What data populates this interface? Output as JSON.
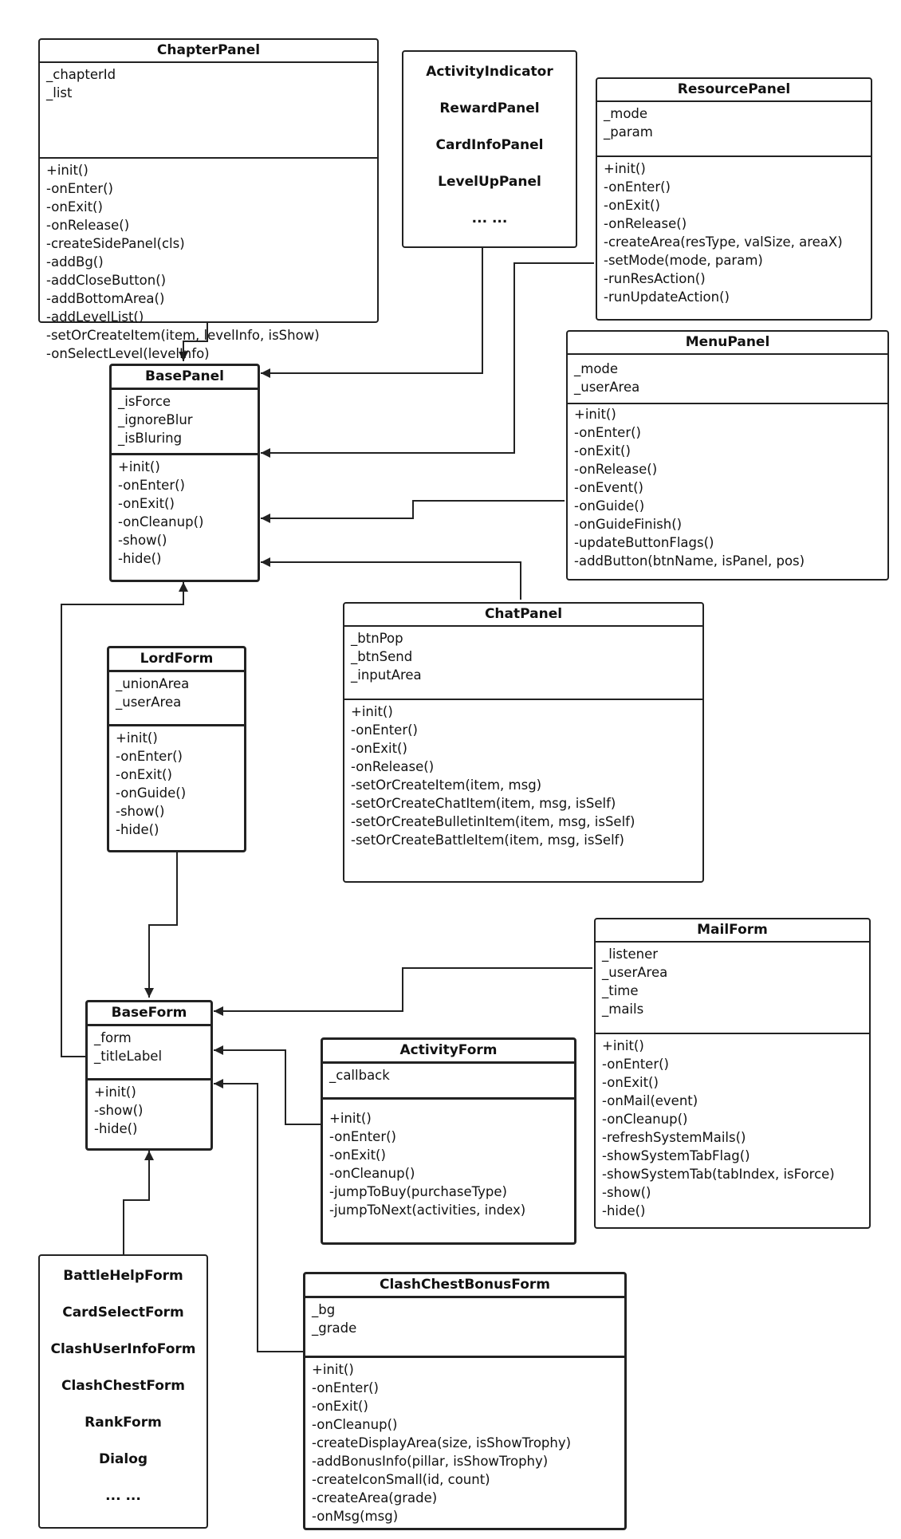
{
  "classes": {
    "chapter_panel": {
      "name": "ChapterPanel",
      "attributes": [
        "_chapterId",
        "_list"
      ],
      "methods": [
        "+init()",
        "-onEnter()",
        "-onExit()",
        "-onRelease()",
        "-createSidePanel(cls)",
        "-addBg()",
        "-addCloseButton()",
        "-addBottomArea()",
        "-addLevelList()",
        "-setOrCreateItem(item, levelInfo, isShow)",
        "-onSelectLevel(levelInfo)"
      ]
    },
    "resource_panel": {
      "name": "ResourcePanel",
      "attributes": [
        "_mode",
        "_param"
      ],
      "methods": [
        "+init()",
        "-onEnter()",
        "-onExit()",
        "-onRelease()",
        "-createArea(resType, valSize, areaX)",
        "-setMode(mode, param)",
        "-runResAction()",
        "-runUpdateAction()"
      ]
    },
    "menu_panel": {
      "name": "MenuPanel",
      "attributes": [
        "_mode",
        "_userArea"
      ],
      "methods": [
        "+init()",
        "-onEnter()",
        "-onExit()",
        "-onRelease()",
        "-onEvent()",
        "-onGuide()",
        "-onGuideFinish()",
        "-updateButtonFlags()",
        "-addButton(btnName, isPanel, pos)"
      ]
    },
    "base_panel": {
      "name": "BasePanel",
      "attributes": [
        "_isForce",
        "_ignoreBlur",
        "_isBluring"
      ],
      "methods": [
        "+init()",
        "-onEnter()",
        "-onExit()",
        "-onCleanup()",
        "-show()",
        "-hide()"
      ]
    },
    "chat_panel": {
      "name": "ChatPanel",
      "attributes": [
        "_btnPop",
        "_btnSend",
        "_inputArea"
      ],
      "methods": [
        "+init()",
        "-onEnter()",
        "-onExit()",
        "-onRelease()",
        "-setOrCreateItem(item, msg)",
        "-setOrCreateChatItem(item, msg, isSelf)",
        "-setOrCreateBulletinItem(item, msg, isSelf)",
        "-setOrCreateBattleItem(item, msg, isSelf)"
      ]
    },
    "lord_form": {
      "name": "LordForm",
      "attributes": [
        "_unionArea",
        "_userArea"
      ],
      "methods": [
        "+init()",
        "-onEnter()",
        "-onExit()",
        "-onGuide()",
        "-show()",
        "-hide()"
      ]
    },
    "mail_form": {
      "name": "MailForm",
      "attributes": [
        "_listener",
        "_userArea",
        "_time",
        "_mails"
      ],
      "methods": [
        "+init()",
        "-onEnter()",
        "-onExit()",
        "-onMail(event)",
        "-onCleanup()",
        "-refreshSystemMails()",
        "-showSystemTabFlag()",
        "-showSystemTab(tabIndex, isForce)",
        "-show()",
        "-hide()"
      ]
    },
    "base_form": {
      "name": "BaseForm",
      "attributes": [
        "_form",
        "_titleLabel"
      ],
      "methods": [
        "+init()",
        "-show()",
        "-hide()"
      ]
    },
    "activity_form": {
      "name": "ActivityForm",
      "attributes": [
        "_callback"
      ],
      "methods": [
        "+init()",
        "-onEnter()",
        "-onExit()",
        "-onCleanup()",
        "-jumpToBuy(purchaseType)",
        "-jumpToNext(activities, index)"
      ]
    },
    "clash_chest_bonus_form": {
      "name": "ClashChestBonusForm",
      "attributes": [
        "_bg",
        "_grade"
      ],
      "methods": [
        "+init()",
        "-onEnter()",
        "-onExit()",
        "-onCleanup()",
        "-createDisplayArea(size, isShowTrophy)",
        "-addBonusInfo(pillar, isShowTrophy)",
        "-createIconSmall(id, count)",
        "-createArea(grade)",
        "-onMsg(msg)"
      ]
    }
  },
  "panel_list": [
    "ActivityIndicator",
    "RewardPanel",
    "CardInfoPanel",
    "LevelUpPanel",
    "... ..."
  ],
  "form_list": [
    "BattleHelpForm",
    "CardSelectForm",
    "ClashUserInfoForm",
    "ClashChestForm",
    "RankForm",
    "Dialog",
    "... ..."
  ]
}
